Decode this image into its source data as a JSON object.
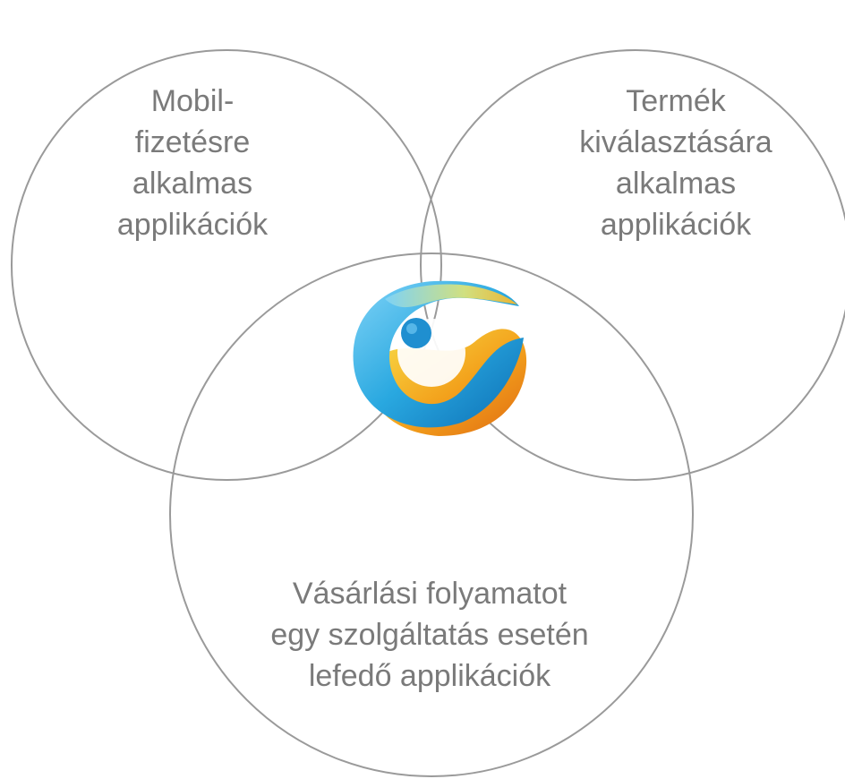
{
  "diagram": {
    "circles": [
      {
        "name": "mobile-payment",
        "lines": [
          "Mobil-",
          "fizetésre",
          "alkalmas",
          "applikációk"
        ]
      },
      {
        "name": "product-selection",
        "lines": [
          "Termék",
          "kiválasztására",
          "alkalmas",
          "applikációk"
        ]
      },
      {
        "name": "purchase-process",
        "lines": [
          "Vásárlási folyamatot",
          "egy szolgáltatás esetén",
          "lefedő applikációk"
        ]
      }
    ],
    "center_logo": "logo-icon",
    "colors": {
      "circle_stroke": "#9a9a9a",
      "text": "#7a7a7a",
      "logo_blue": "#29a8e0",
      "logo_orange": "#f39a1e",
      "logo_yellow": "#f6d23a"
    }
  }
}
